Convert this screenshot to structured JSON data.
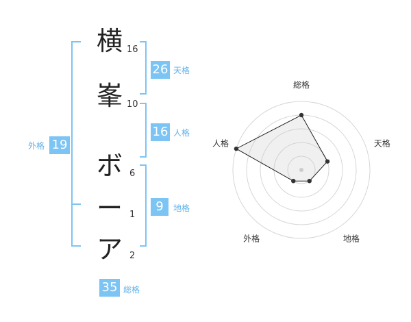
{
  "name": {
    "characters": [
      {
        "char": "横",
        "strokes": "16"
      },
      {
        "char": "峯",
        "strokes": "10"
      },
      {
        "char": "ボ",
        "strokes": "6"
      },
      {
        "char": "ー",
        "strokes": "1"
      },
      {
        "char": "ア",
        "strokes": "2"
      }
    ]
  },
  "fortune": {
    "tenkaku": {
      "value": "26",
      "label": "天格"
    },
    "jinkaku": {
      "value": "16",
      "label": "人格"
    },
    "chikaku": {
      "value": "9",
      "label": "地格"
    },
    "gaikaku": {
      "value": "19",
      "label": "外格"
    },
    "soukaku": {
      "value": "35",
      "label": "総格"
    }
  },
  "accent_color": "#7cc4f4",
  "chart_data": {
    "type": "radar",
    "axes": [
      "総格",
      "天格",
      "地格",
      "外格",
      "人格"
    ],
    "values": [
      4,
      2,
      1,
      1,
      5
    ],
    "range": [
      0,
      5
    ],
    "rings": 5,
    "grid": true
  }
}
